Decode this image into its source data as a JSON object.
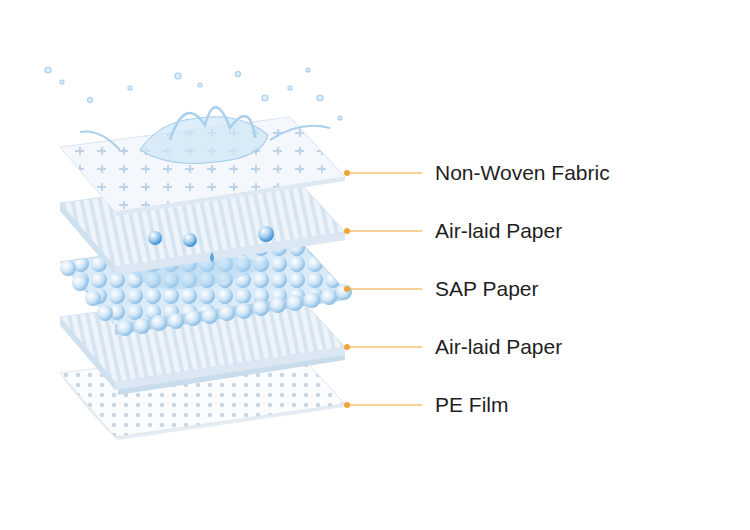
{
  "diagram": {
    "labels": [
      "Non-Woven Fabric",
      "Air-laid Paper",
      "SAP Paper",
      "Air-laid Paper",
      "PE Film"
    ]
  }
}
